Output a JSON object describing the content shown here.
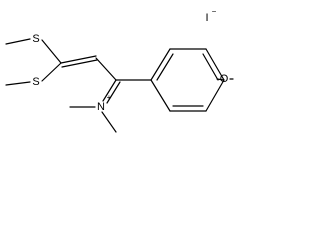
{
  "structure": {
    "counterion": {
      "symbol": "I",
      "charge": "−"
    },
    "atoms": {
      "sulfur_top": "S",
      "sulfur_bottom": "S",
      "nitrogen": "N",
      "nitrogen_charge": "+",
      "oxygen": "O"
    }
  }
}
